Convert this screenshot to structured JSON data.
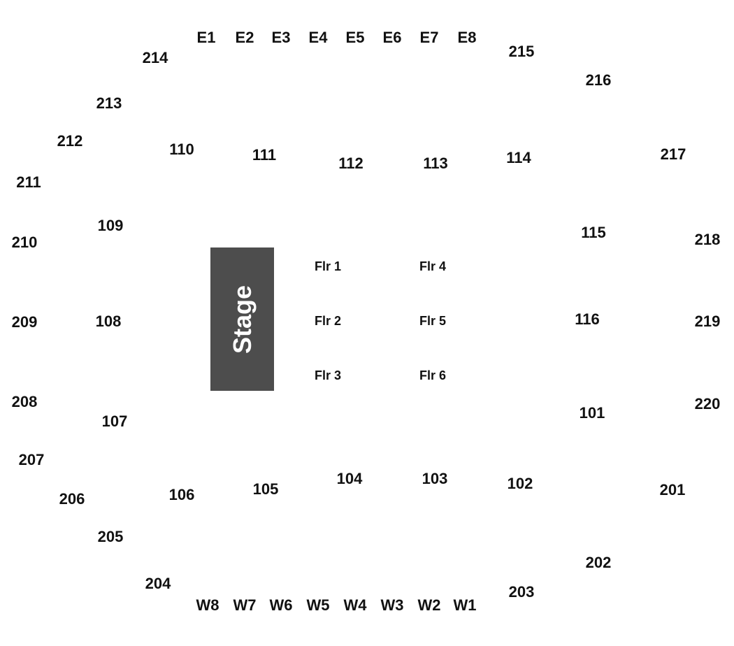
{
  "colors": {
    "background": "#ffffff",
    "label_text": "#111111",
    "stage_fill": "#4d4d4d",
    "stage_text": "#ffffff"
  },
  "stage": {
    "label": "Stage"
  },
  "east_row": [
    "E1",
    "E2",
    "E3",
    "E4",
    "E5",
    "E6",
    "E7",
    "E8"
  ],
  "west_row": [
    "W8",
    "W7",
    "W6",
    "W5",
    "W4",
    "W3",
    "W2",
    "W1"
  ],
  "upper_sections": {
    "s201": "201",
    "s202": "202",
    "s203": "203",
    "s204": "204",
    "s205": "205",
    "s206": "206",
    "s207": "207",
    "s208": "208",
    "s209": "209",
    "s210": "210",
    "s211": "211",
    "s212": "212",
    "s213": "213",
    "s214": "214",
    "s215": "215",
    "s216": "216",
    "s217": "217",
    "s218": "218",
    "s219": "219",
    "s220": "220"
  },
  "lower_sections": {
    "s101": "101",
    "s102": "102",
    "s103": "103",
    "s104": "104",
    "s105": "105",
    "s106": "106",
    "s107": "107",
    "s108": "108",
    "s109": "109",
    "s110": "110",
    "s111": "111",
    "s112": "112",
    "s113": "113",
    "s114": "114",
    "s115": "115",
    "s116": "116"
  },
  "floor_sections": [
    "Flr 1",
    "Flr 2",
    "Flr 3",
    "Flr 4",
    "Flr 5",
    "Flr 6"
  ]
}
